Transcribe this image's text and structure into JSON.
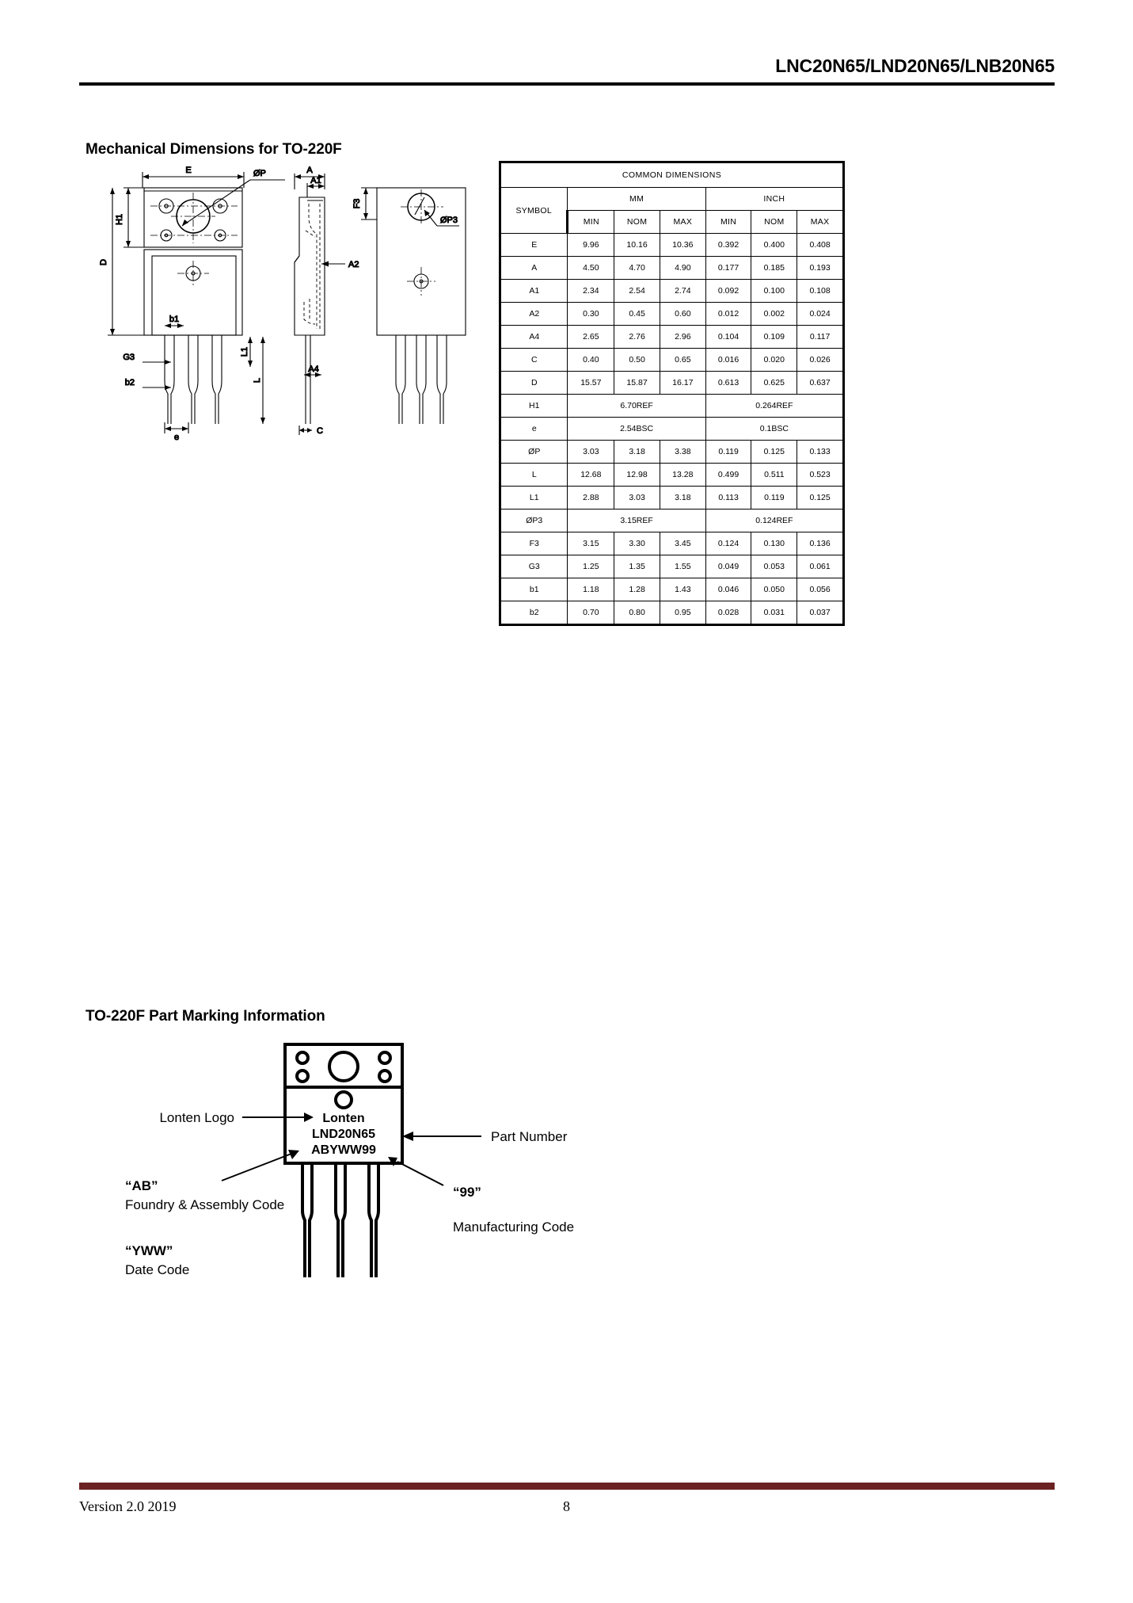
{
  "header": {
    "part_numbers": "LNC20N65/LND20N65/LNB20N65"
  },
  "sections": {
    "mechanical_title": "Mechanical Dimensions for TO-220F",
    "marking_title": "TO-220F Part Marking Information"
  },
  "drawing_labels": {
    "e": "E",
    "phi_p": "ØP",
    "h1": "H1",
    "d": "D",
    "b1": "b1",
    "b2": "b2",
    "g3": "G3",
    "l1": "L1",
    "l": "L",
    "e_pitch": "e",
    "a": "A",
    "a1": "A1",
    "a2": "A2",
    "a4": "A4",
    "c": "C",
    "f3": "F3",
    "phi_p3": "ØP3"
  },
  "table": {
    "title": "COMMON DIMENSIONS",
    "symbol_header": "SYMBOL",
    "unit_groups": [
      "MM",
      "INCH"
    ],
    "subheaders": [
      "MIN",
      "NOM",
      "MAX"
    ],
    "rows": [
      {
        "symbol": "E",
        "mm": [
          "9.96",
          "10.16",
          "10.36"
        ],
        "inch": [
          "0.392",
          "0.400",
          "0.408"
        ],
        "span": false
      },
      {
        "symbol": "A",
        "mm": [
          "4.50",
          "4.70",
          "4.90"
        ],
        "inch": [
          "0.177",
          "0.185",
          "0.193"
        ],
        "span": false
      },
      {
        "symbol": "A1",
        "mm": [
          "2.34",
          "2.54",
          "2.74"
        ],
        "inch": [
          "0.092",
          "0.100",
          "0.108"
        ],
        "span": false
      },
      {
        "symbol": "A2",
        "mm": [
          "0.30",
          "0.45",
          "0.60"
        ],
        "inch": [
          "0.012",
          "0.002",
          "0.024"
        ],
        "span": false
      },
      {
        "symbol": "A4",
        "mm": [
          "2.65",
          "2.76",
          "2.96"
        ],
        "inch": [
          "0.104",
          "0.109",
          "0.117"
        ],
        "span": false
      },
      {
        "symbol": "C",
        "mm": [
          "0.40",
          "0.50",
          "0.65"
        ],
        "inch": [
          "0.016",
          "0.020",
          "0.026"
        ],
        "span": false
      },
      {
        "symbol": "D",
        "mm": [
          "15.57",
          "15.87",
          "16.17"
        ],
        "inch": [
          "0.613",
          "0.625",
          "0.637"
        ],
        "span": false
      },
      {
        "symbol": "H1",
        "mm_span": "6.70REF",
        "inch_span": "0.264REF",
        "span": true
      },
      {
        "symbol": "e",
        "mm_span": "2.54BSC",
        "inch_span": "0.1BSC",
        "span": true
      },
      {
        "symbol": "ØP",
        "mm": [
          "3.03",
          "3.18",
          "3.38"
        ],
        "inch": [
          "0.119",
          "0.125",
          "0.133"
        ],
        "span": false
      },
      {
        "symbol": "L",
        "mm": [
          "12.68",
          "12.98",
          "13.28"
        ],
        "inch": [
          "0.499",
          "0.511",
          "0.523"
        ],
        "span": false
      },
      {
        "symbol": "L1",
        "mm": [
          "2.88",
          "3.03",
          "3.18"
        ],
        "inch": [
          "0.113",
          "0.119",
          "0.125"
        ],
        "span": false
      },
      {
        "symbol": "ØP3",
        "mm_span": "3.15REF",
        "inch_span": "0.124REF",
        "span": true
      },
      {
        "symbol": "F3",
        "mm": [
          "3.15",
          "3.30",
          "3.45"
        ],
        "inch": [
          "0.124",
          "0.130",
          "0.136"
        ],
        "span": false
      },
      {
        "symbol": "G3",
        "mm": [
          "1.25",
          "1.35",
          "1.55"
        ],
        "inch": [
          "0.049",
          "0.053",
          "0.061"
        ],
        "span": false
      },
      {
        "symbol": "b1",
        "mm": [
          "1.18",
          "1.28",
          "1.43"
        ],
        "inch": [
          "0.046",
          "0.050",
          "0.056"
        ],
        "span": false
      },
      {
        "symbol": "b2",
        "mm": [
          "0.70",
          "0.80",
          "0.95"
        ],
        "inch": [
          "0.028",
          "0.031",
          "0.037"
        ],
        "span": false
      }
    ]
  },
  "marking": {
    "chip_lines": [
      "Lonten",
      "LND20N65",
      "ABYWW99"
    ],
    "callouts": {
      "logo": "Lonten Logo",
      "part_number": "Part Number",
      "ab_code": "“AB”",
      "ab_desc": "Foundry & Assembly Code",
      "yww_code": "“YWW”",
      "yww_desc": "Date Code",
      "mfg_code": "“99”",
      "mfg_desc": "Manufacturing Code"
    }
  },
  "footer": {
    "version": "Version 2.0   2019",
    "page_number": "8",
    "rule_color": "#6b2222"
  }
}
